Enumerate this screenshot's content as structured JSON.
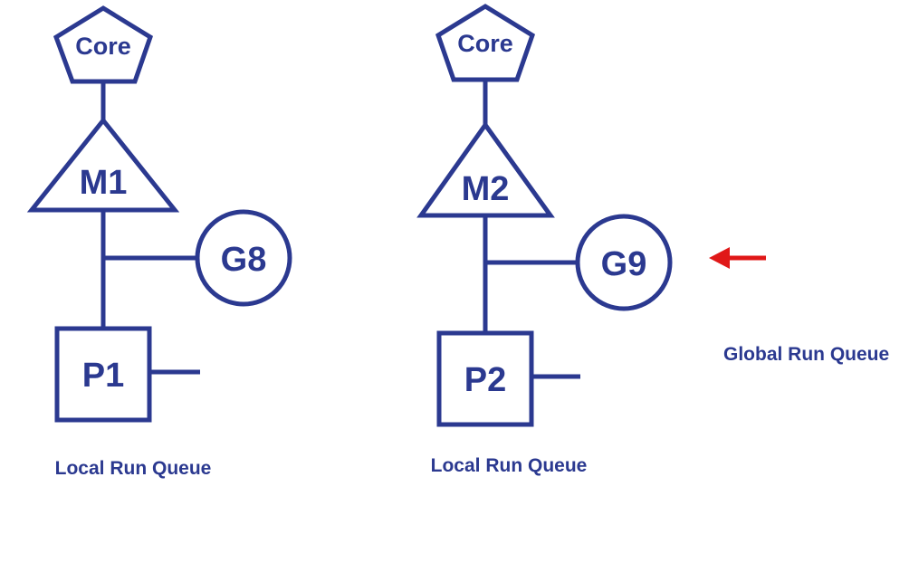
{
  "diagram": {
    "colors": {
      "stroke": "#2b3990",
      "text": "#2b3990",
      "arrow": "#e01818",
      "background": "#ffffff"
    },
    "left_tree": {
      "core_label": "Core",
      "machine_label": "M1",
      "goroutine_label": "G8",
      "processor_label": "P1",
      "queue_label": "Local Run Queue"
    },
    "right_tree": {
      "core_label": "Core",
      "machine_label": "M2",
      "goroutine_label": "G9",
      "processor_label": "P2",
      "queue_label": "Local Run Queue"
    },
    "global_queue": {
      "label": "Global Run Queue",
      "arrow_icon": "left-arrow-icon"
    }
  }
}
